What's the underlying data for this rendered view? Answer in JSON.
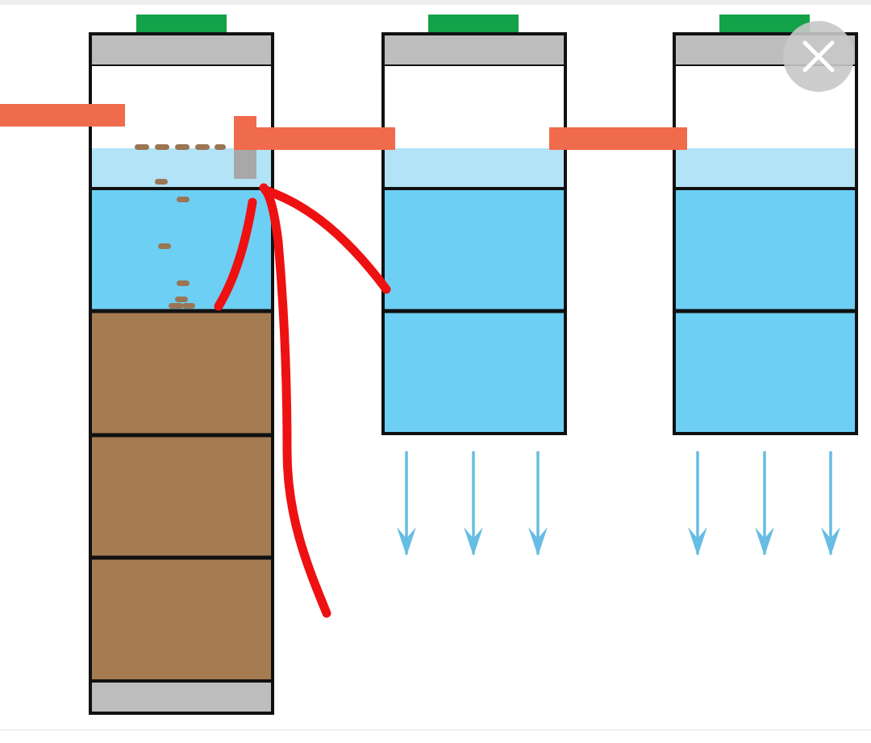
{
  "diagram": {
    "title": "",
    "colors": {
      "background": "#ffffff",
      "outline": "#111111",
      "lid": "#bdbdbd",
      "handle": "#13a14a",
      "clear_water": "#b3e3f7",
      "water": "#6ecff4",
      "sludge": "#a57b52",
      "sludge_particles": "#9a7654",
      "pipe": "#f06a4c",
      "baffle": "#a8a8a8",
      "drain_arrow": "#67bde3",
      "annotation": "#ee1111"
    },
    "tanks": [
      {
        "name": "septic-tank",
        "layers": [
          "clear_water",
          "water",
          "sludge",
          "sludge",
          "sludge"
        ],
        "has_bottom_cap": true
      },
      {
        "name": "filter-tank-1",
        "layers": [
          "clear_water",
          "water",
          "water"
        ],
        "has_bottom_cap": false
      },
      {
        "name": "filter-tank-2",
        "layers": [
          "clear_water",
          "water",
          "water"
        ],
        "has_bottom_cap": false
      }
    ],
    "drain_arrows_per_tank": 3,
    "annotation": {
      "type": "hand-drawn arrows",
      "color": "red",
      "points_to": "baffle outlet"
    }
  },
  "overlay": {
    "close_icon": "close-icon"
  }
}
